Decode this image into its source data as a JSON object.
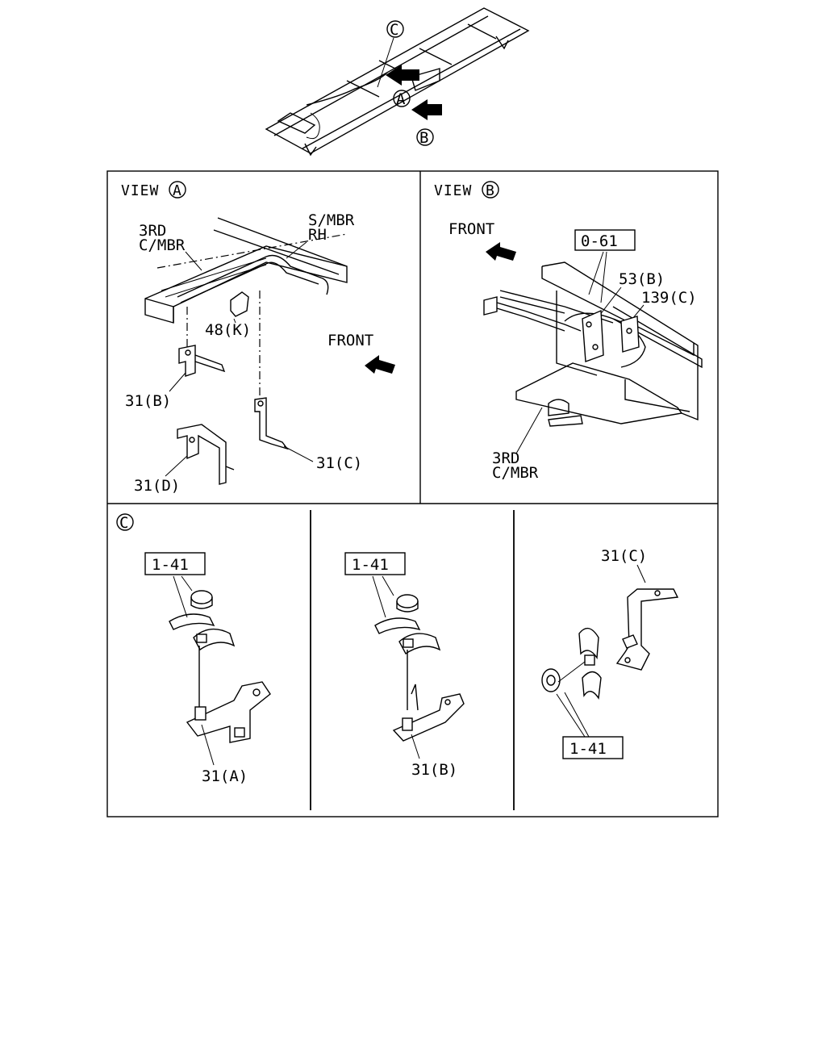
{
  "overview": {
    "callout_c": "C",
    "callout_a": "A",
    "callout_b": "B"
  },
  "view_a": {
    "title": "VIEW",
    "letter": "A",
    "labels": {
      "third_cmbr_1": "3RD",
      "third_cmbr_2": "C/MBR",
      "smbr_1": "S/MBR",
      "smbr_2": "RH",
      "part_48k": "48(K)",
      "front": "FRONT",
      "part_31b": "31(B)",
      "part_31c": "31(C)",
      "part_31d": "31(D)"
    }
  },
  "view_b": {
    "title": "VIEW",
    "letter": "B",
    "labels": {
      "front": "FRONT",
      "ref_box": "0-61",
      "part_53b": "53(B)",
      "part_139c": "139(C)",
      "third_cmbr_1": "3RD",
      "third_cmbr_2": "C/MBR"
    }
  },
  "detail_c": {
    "letter": "C",
    "panel1": {
      "ref_box": "1-41",
      "part": "31(A)"
    },
    "panel2": {
      "ref_box": "1-41",
      "part": "31(B)"
    },
    "panel3": {
      "ref_box": "1-41",
      "part": "31(C)"
    }
  }
}
